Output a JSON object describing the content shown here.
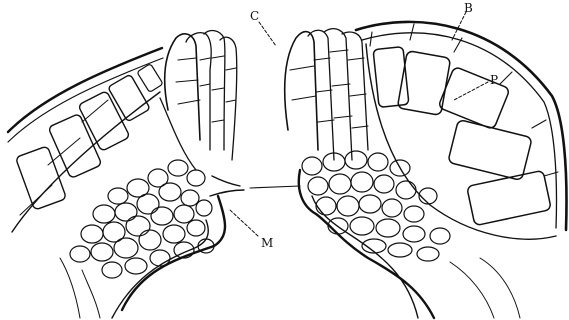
{
  "figure": {
    "labels": {
      "c": "C",
      "b": "B",
      "p": "P",
      "m": "M"
    }
  }
}
